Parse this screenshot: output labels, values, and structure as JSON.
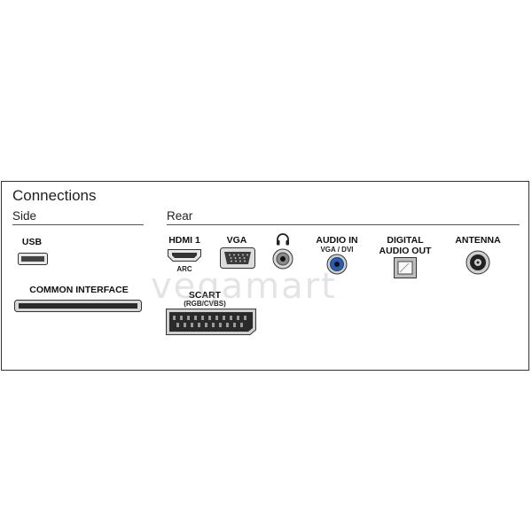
{
  "title": "Connections",
  "sections": {
    "side": "Side",
    "rear": "Rear"
  },
  "ports": {
    "usb": {
      "label": "USB"
    },
    "common_interface": {
      "label": "COMMON INTERFACE"
    },
    "hdmi": {
      "label": "HDMI 1",
      "sub": "ARC"
    },
    "vga": {
      "label": "VGA"
    },
    "audio_in": {
      "label": "AUDIO IN",
      "sub": "VGA / DVI"
    },
    "digital_audio_out": {
      "label_line1": "DIGITAL",
      "label_line2": "AUDIO OUT"
    },
    "antenna": {
      "label": "ANTENNA"
    },
    "scart": {
      "label": "SCART",
      "sub": "(RGB/CVBS)"
    },
    "headphone": {
      "icon": "headphone-icon"
    }
  },
  "watermark": "vegamart",
  "colors": {
    "audio_in_ring": "#2a5db0",
    "border": "#333333"
  }
}
